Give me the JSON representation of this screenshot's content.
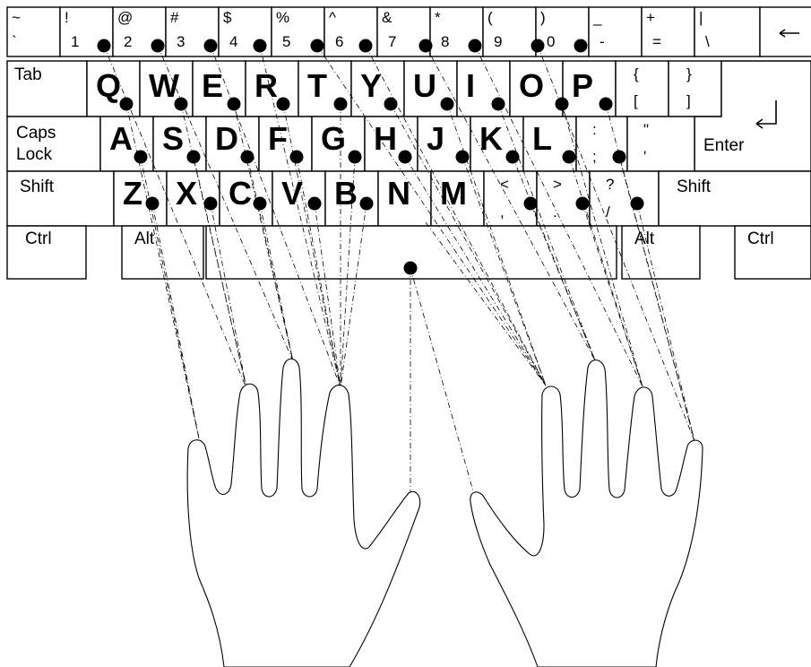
{
  "keyboard": {
    "row0": [
      {
        "top": "~",
        "bottom": "`"
      },
      {
        "top": "!",
        "bottom": "1"
      },
      {
        "top": "@",
        "bottom": "2"
      },
      {
        "top": "#",
        "bottom": "3"
      },
      {
        "top": "$",
        "bottom": "4"
      },
      {
        "top": "%",
        "bottom": "5"
      },
      {
        "top": "^",
        "bottom": "6"
      },
      {
        "top": "&",
        "bottom": "7"
      },
      {
        "top": "*",
        "bottom": "8"
      },
      {
        "top": "(",
        "bottom": "9"
      },
      {
        "top": ")",
        "bottom": "0"
      },
      {
        "top": "_",
        "bottom": "-"
      },
      {
        "top": "+",
        "bottom": "="
      },
      {
        "top": "|",
        "bottom": "\\"
      }
    ],
    "row1_letters": [
      "Q",
      "W",
      "E",
      "R",
      "T",
      "Y",
      "U",
      "I",
      "O",
      "P"
    ],
    "row1_punct": [
      {
        "top": "{",
        "bottom": "["
      },
      {
        "top": "}",
        "bottom": "]"
      }
    ],
    "row2_letters": [
      "A",
      "S",
      "D",
      "F",
      "G",
      "H",
      "J",
      "K",
      "L"
    ],
    "row2_punct": [
      {
        "top": ":",
        "bottom": ";"
      },
      {
        "top": "\"",
        "bottom": "'"
      }
    ],
    "row3_letters": [
      "Z",
      "X",
      "C",
      "V",
      "B",
      "N",
      "M"
    ],
    "row3_punct": [
      {
        "top": "<",
        "bottom": ","
      },
      {
        "top": ">",
        "bottom": "."
      },
      {
        "top": "?",
        "bottom": "/"
      }
    ],
    "labels": {
      "tab": "Tab",
      "caps_line1": "Caps",
      "caps_line2": "Lock",
      "enter": "Enter",
      "shift_left": "Shift",
      "shift_right": "Shift",
      "ctrl_left": "Ctrl",
      "alt_left": "Alt",
      "alt_right": "Alt",
      "ctrl_right": "Ctrl"
    }
  }
}
